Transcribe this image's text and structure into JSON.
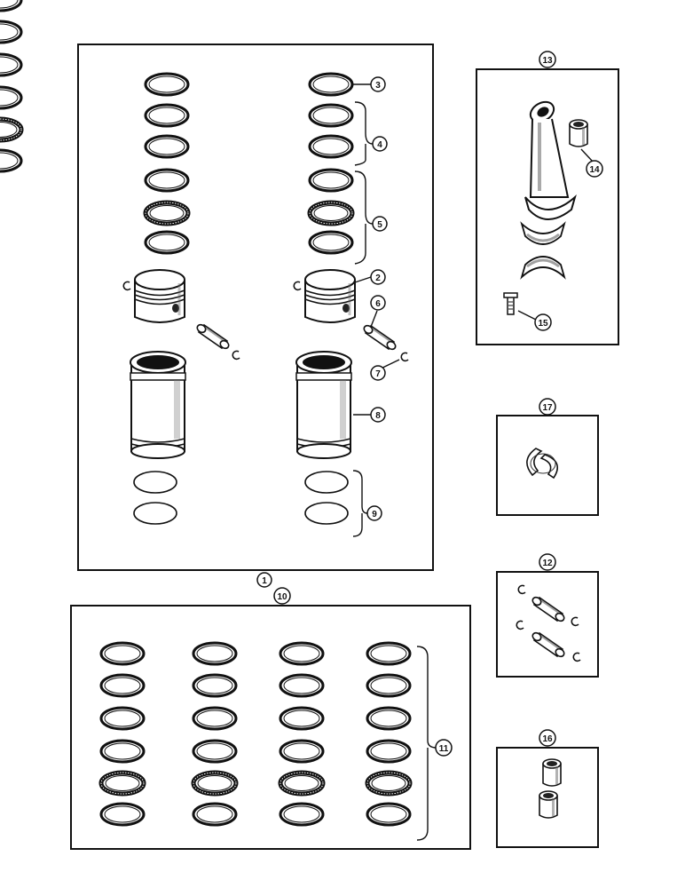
{
  "callouts": {
    "c1": "1",
    "c2": "2",
    "c3": "3",
    "c4": "4",
    "c5": "5",
    "c6": "6",
    "c7": "7",
    "c8": "8",
    "c9": "9",
    "c10": "10",
    "c11": "11",
    "c12": "12",
    "c13": "13",
    "c14": "14",
    "c15": "15",
    "c16": "16",
    "c17": "17"
  },
  "colors": {
    "ink": "#111111",
    "paper": "#ffffff",
    "shade": "#555555"
  },
  "icons": [
    "piston-ring-icon",
    "piston-icon",
    "piston-pin-icon",
    "snap-ring-icon",
    "cylinder-sleeve-icon",
    "seal-ring-icon",
    "connecting-rod-icon",
    "bearing-half-icon",
    "bushing-icon",
    "rod-bolt-icon"
  ]
}
